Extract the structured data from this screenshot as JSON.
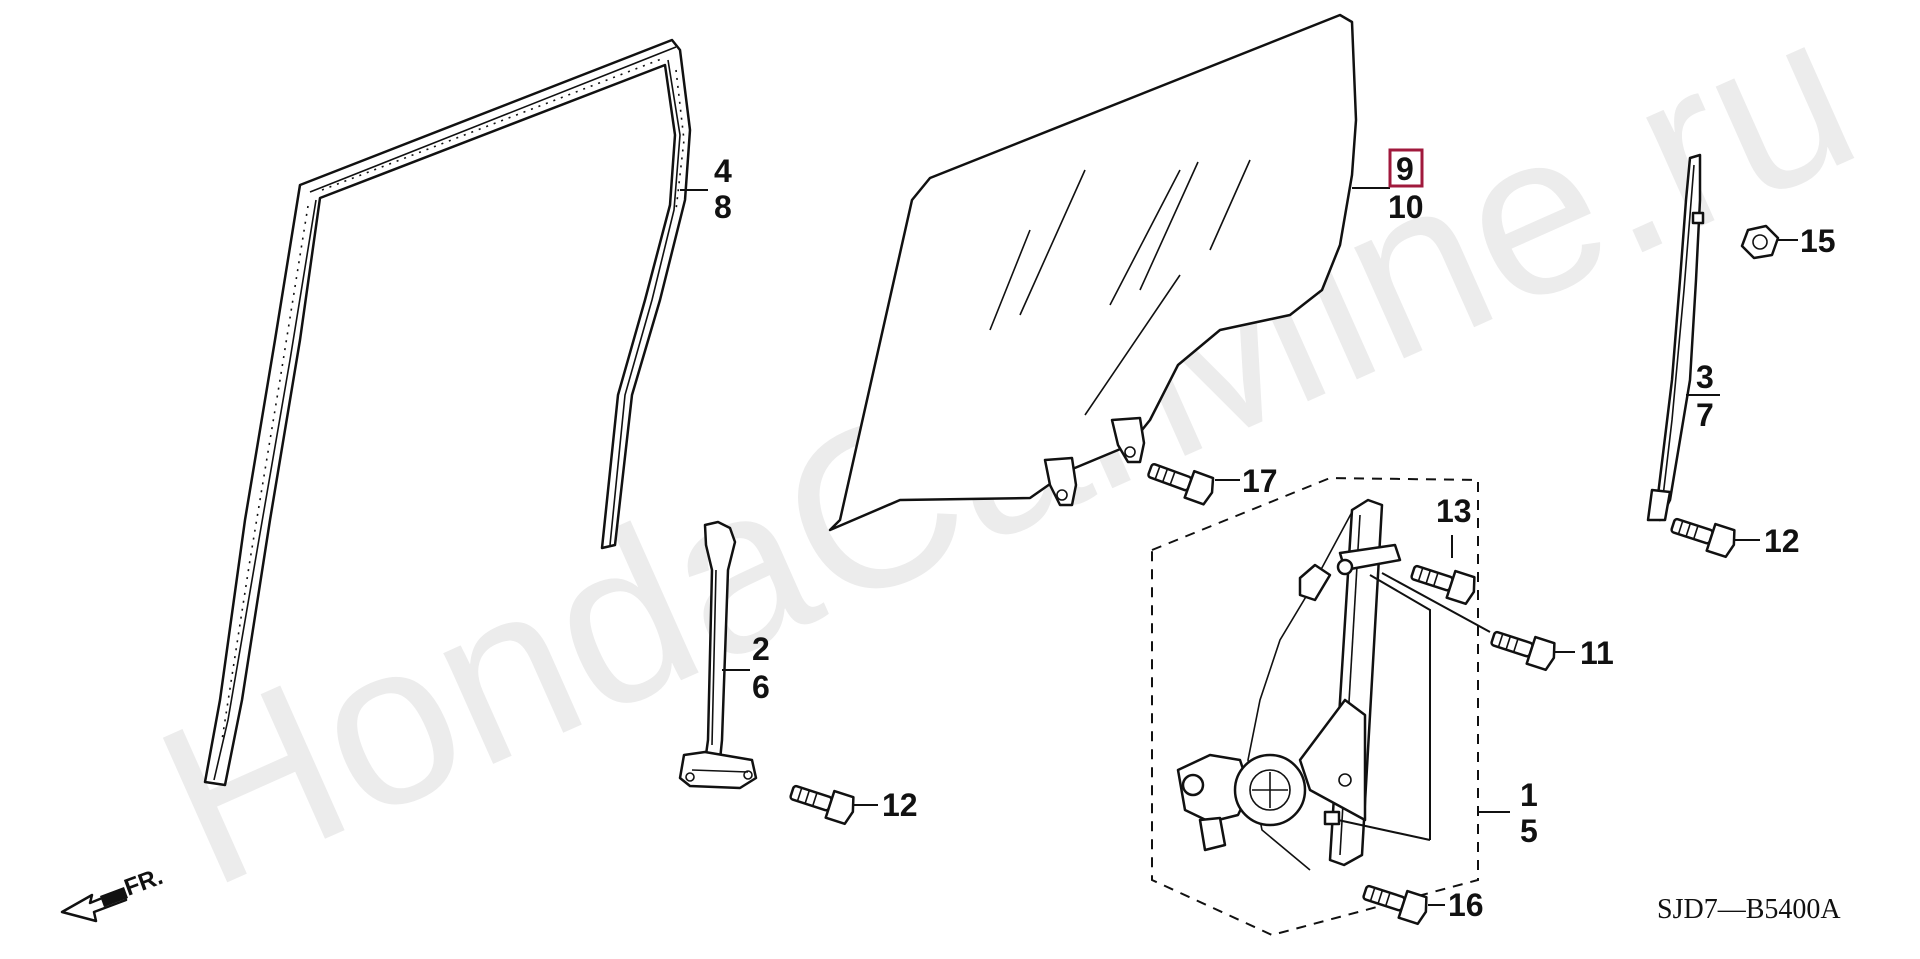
{
  "watermark": "HondaCarMine.ru",
  "diagram_code": "SJD7—B5400A",
  "direction_label": "FR.",
  "highlight_color": "#a0193c",
  "callouts": {
    "c4": "4",
    "c8": "8",
    "c9": "9",
    "c10": "10",
    "c15": "15",
    "c3": "3",
    "c7": "7",
    "c12a": "12",
    "c17": "17",
    "c13": "13",
    "c11": "11",
    "c2": "2",
    "c6": "6",
    "c12b": "12",
    "c1": "1",
    "c5": "5",
    "c16": "16"
  }
}
